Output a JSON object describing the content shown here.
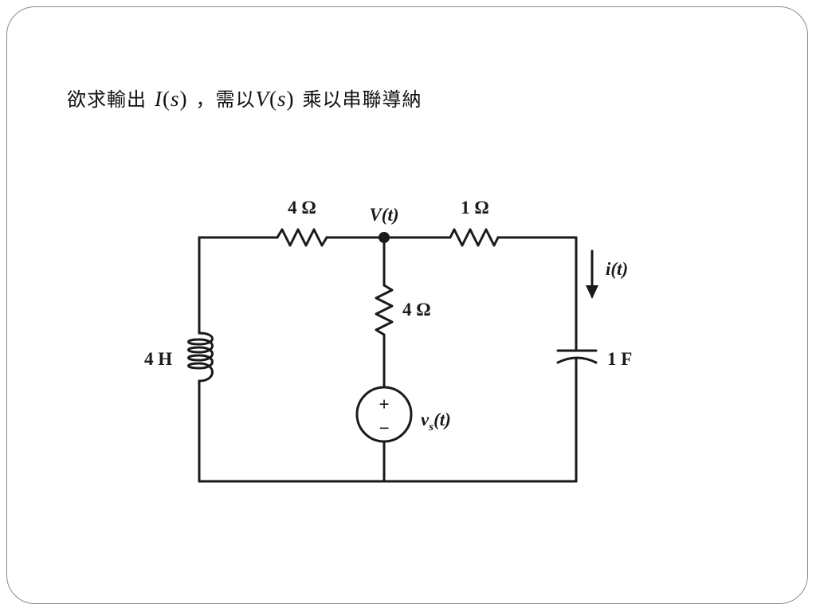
{
  "heading": {
    "prefix": "欲求輸出",
    "output_var": "I",
    "output_arg": "s",
    "middle": "，需以",
    "input_var": "V",
    "input_arg": "s",
    "suffix": "乘以串聯導納"
  },
  "circuit": {
    "node_label": "V(t)",
    "resistor_top_left": "4 Ω",
    "resistor_top_right": "1 Ω",
    "resistor_middle": "4 Ω",
    "inductor": "4 H",
    "capacitor": "1 F",
    "current_label": "i(t)",
    "source_plus": "+",
    "source_minus": "−",
    "source_label_v": "v",
    "source_label_sub": "s",
    "source_label_rest": "(t)"
  }
}
